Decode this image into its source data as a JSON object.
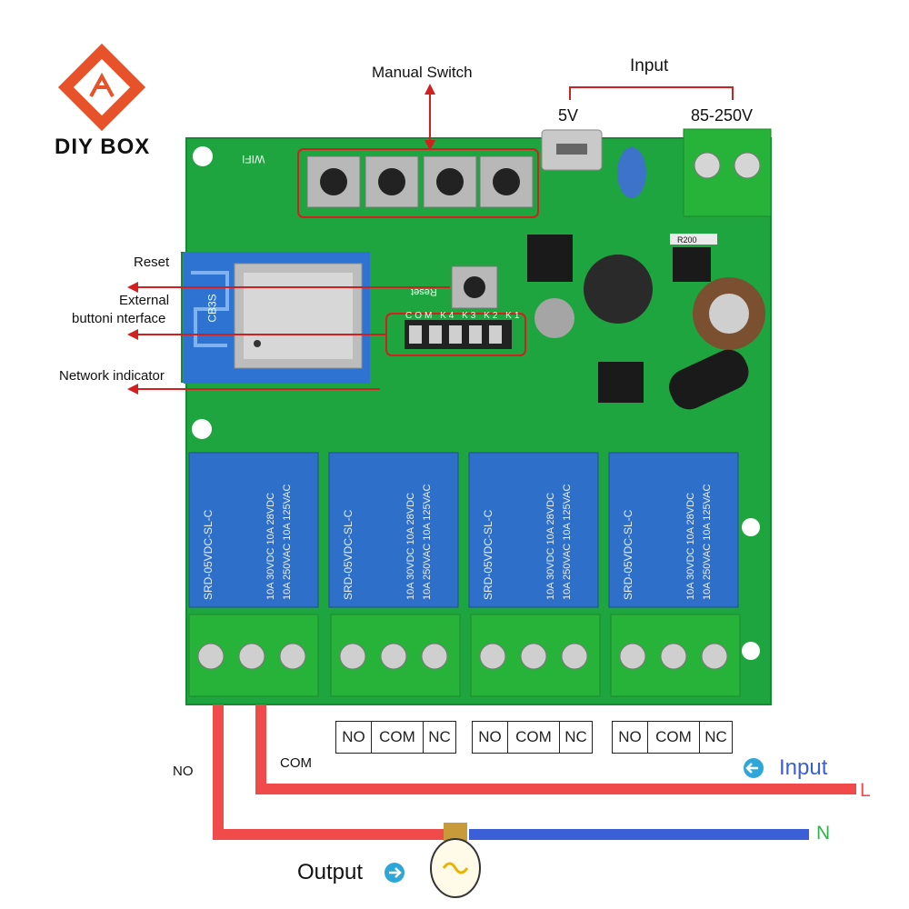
{
  "brand": {
    "name": "DIY BOX"
  },
  "labels": {
    "manual_switch": "Manual Switch",
    "input": "Input",
    "v5": "5V",
    "v85_250": "85-250V",
    "reset": "Reset",
    "external_line1": "External",
    "external_line2": "buttoni nterface",
    "network_indicator": "Network indicator",
    "no": "NO",
    "com": "COM",
    "input_bottom": "Input",
    "output": "Output",
    "l": "L",
    "n": "N"
  },
  "board": {
    "wifi_label": "WIFI",
    "module_label": "CB3S",
    "reset_silk": "Reset",
    "header_pins": [
      "COM",
      "K4",
      "K3",
      "K2",
      "K1"
    ],
    "resistor": "R200",
    "relay_text": [
      "SRD-05VDC-SL-C",
      "10A 250VAC 10A 125VAC",
      "10A 30VDC 10A 28VDC"
    ]
  },
  "terminals": [
    [
      "NO",
      "COM",
      "NC"
    ],
    [
      "NO",
      "COM",
      "NC"
    ],
    [
      "NO",
      "COM",
      "NC"
    ]
  ],
  "colors": {
    "pcb": "#1fa53f",
    "relay": "#2d6fc9",
    "terminal": "#27b33a",
    "wire_live": "#f04a4a",
    "wire_neutral": "#3a5fd6",
    "annot": "#d22020",
    "brand": "#e8522a"
  }
}
